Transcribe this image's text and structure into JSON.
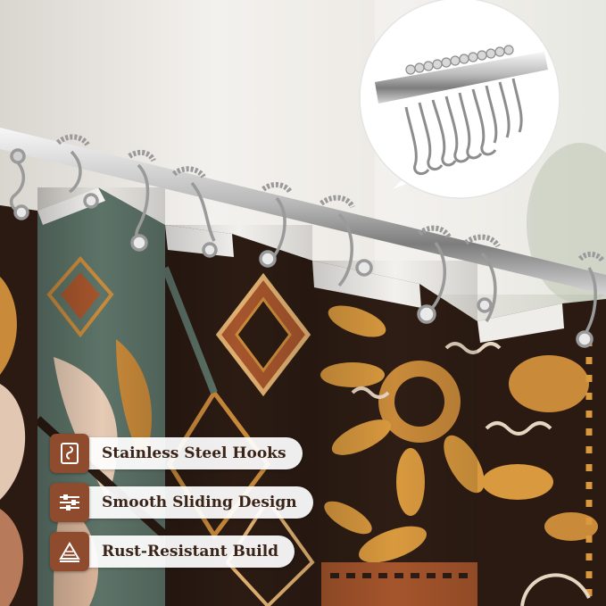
{
  "colors": {
    "wall": "#e9e6e1",
    "curtain_dark": "#2a1a12",
    "curtain_green": "#5d7368",
    "accent_orange": "#c98a3a",
    "accent_rust": "#a5552c",
    "badge_brown": "#8e4b2d",
    "badge_text": "#3a2418"
  },
  "features": [
    {
      "label": "Stainless Steel Hooks",
      "icon": "hook-box-icon"
    },
    {
      "label": "Smooth Sliding Design",
      "icon": "sliders-icon"
    },
    {
      "label": "Rust-Resistant Build",
      "icon": "shield-surface-icon"
    }
  ]
}
